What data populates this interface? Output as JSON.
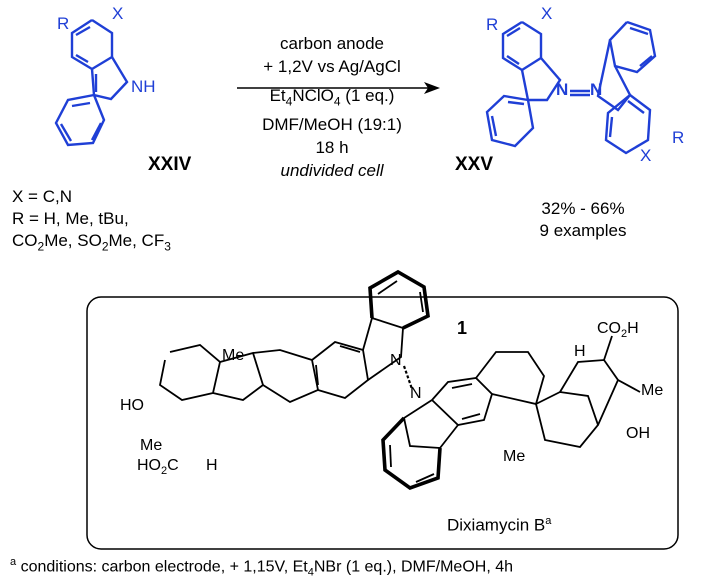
{
  "scheme": {
    "reactant": {
      "label": "XXIV",
      "ring_atom_x": "X",
      "ring_sub_r": "R",
      "nh": "NH",
      "definitions": {
        "line1": "X = C,N",
        "line2": "R = H, Me, tBu,",
        "line3_a": "CO",
        "line3_b": "2",
        "line3_c": "Me, SO",
        "line3_d": "2",
        "line3_e": "Me, CF",
        "line3_f": "3"
      }
    },
    "conditions": {
      "line1": "carbon anode",
      "line2": "+ 1,2V vs Ag/AgCl",
      "line3_a": "Et",
      "line3_b": "4",
      "line3_c": "NClO",
      "line3_d": "4",
      "line3_e": " (1 eq.)",
      "line4": "DMF/MeOH (19:1)",
      "line5": "18 h",
      "line6": "undivided cell"
    },
    "product": {
      "label": "XXV",
      "n_left": "N",
      "n_right": "N",
      "x_top": "X",
      "r_top": "R",
      "x_bottom": "X",
      "r_bottom": "R",
      "yield": "32% - 66%",
      "examples": "9 examples"
    },
    "box": {
      "compound_number": "1",
      "name_main": "Dixiamycin B",
      "name_sup": "a",
      "me_left_top": "Me",
      "me_left_quat": "Me",
      "ho_left": "HO",
      "hoc_a": "HO",
      "hoc_b": "2",
      "hoc_c": "C",
      "h_left": "H",
      "n_upper": "N",
      "n_lower": "N",
      "h_right": "H",
      "co2h_a": "CO",
      "co2h_b": "2",
      "co2h_c": "H",
      "me_right_quat": "Me",
      "oh_right": "OH",
      "me_right_bottom": "Me"
    },
    "footnote": {
      "sup": "a",
      "a": " conditions: carbon electrode, + 1,15V, Et",
      "b": "4",
      "c": "NBr (1 eq.), DMF/MeOH, 4h"
    }
  }
}
